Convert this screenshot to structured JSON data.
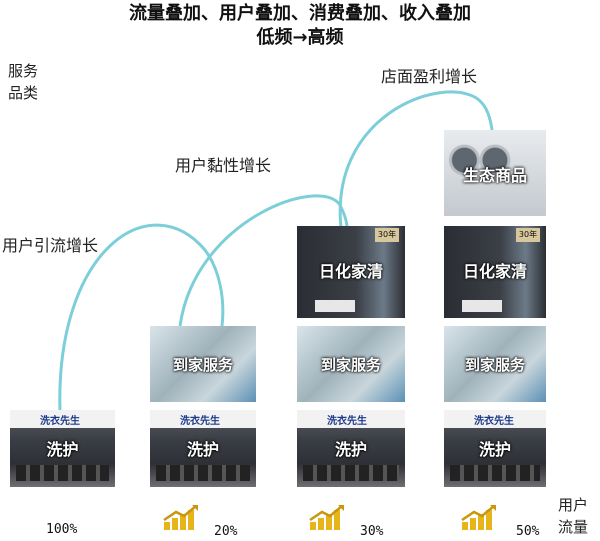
{
  "header": {
    "title": "流量叠加、用户叠加、消费叠加、收入叠加",
    "subtitle": "低频→高频"
  },
  "axes": {
    "y_label_line1": "服务",
    "y_label_line2": "品类",
    "x_label_line1": "用户",
    "x_label_line2": "流量"
  },
  "growth_labels": {
    "stage1": "用户引流增长",
    "stage2": "用户黏性增长",
    "stage3": "店面盈利增长"
  },
  "tiles": {
    "wash": "洗护",
    "home_service": "到家服务",
    "daily_clean": "日化家清",
    "eco_goods": "生态商品",
    "brand_sign": "洗衣先生",
    "badge": "30年"
  },
  "traffic": [
    "100%",
    "20%",
    "30%",
    "50%"
  ],
  "colors": {
    "arc": "#7ccfd9",
    "gold": "#e7b51a",
    "dark_tile": "#2a2d33",
    "service_tile": "#b9c6cc"
  }
}
